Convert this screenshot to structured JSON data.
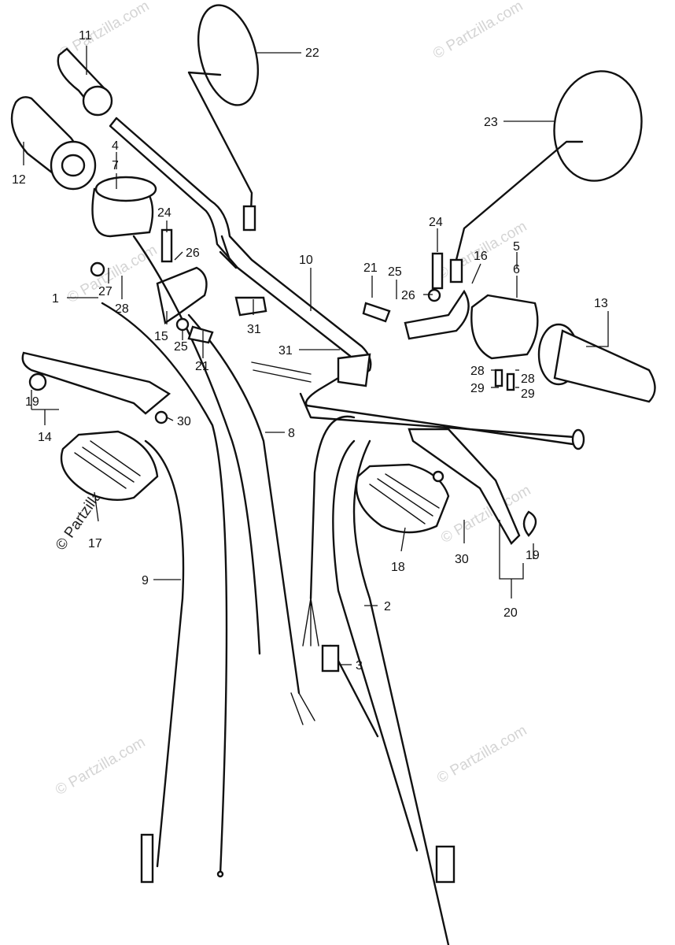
{
  "watermark": "© Partzilla.com",
  "callouts": [
    "1",
    "2",
    "3",
    "4",
    "5",
    "6",
    "7",
    "8",
    "9",
    "10",
    "11",
    "12",
    "13",
    "14",
    "15",
    "16",
    "17",
    "18",
    "19",
    "19",
    "20",
    "21",
    "21",
    "22",
    "23",
    "24",
    "24",
    "25",
    "25",
    "26",
    "26",
    "27",
    "28",
    "28",
    "28",
    "29",
    "29",
    "30",
    "30",
    "31",
    "31"
  ]
}
